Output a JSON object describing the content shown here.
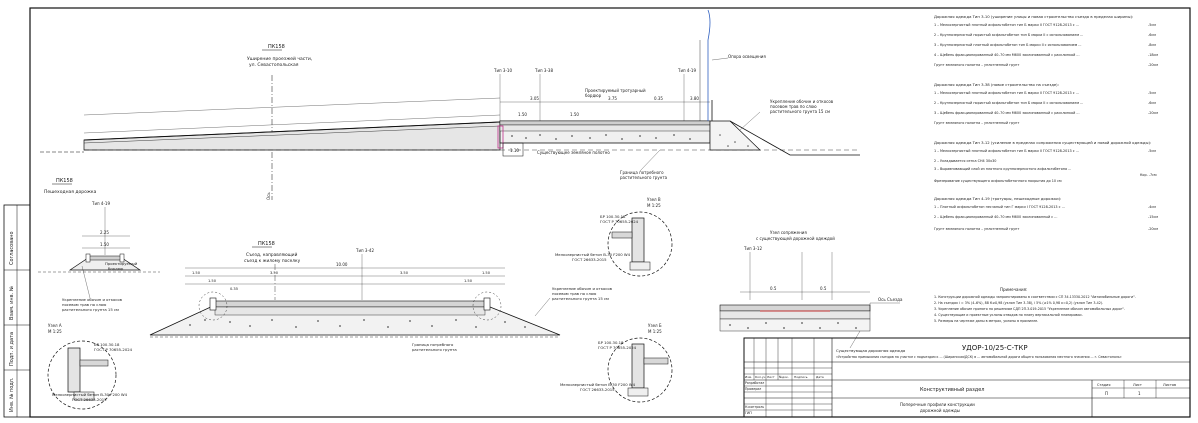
{
  "main_cross_section": {
    "pk_label": "ПК158",
    "street_line1": "Ушиpение проезжей части,",
    "street_line2": "ул. Севастопольская",
    "pillar_label": "Опора освещения",
    "type_labels": [
      "Тип 3-10",
      "Тип 3-38",
      "Тип 4-19"
    ],
    "ground_note_line1": "Проектируемый тротуарный",
    "ground_note_line2": "бордюр",
    "pipe_note_line1": "Укрепление обочин и откосов",
    "pipe_note_line2": "посевом трав по слою",
    "pipe_note_line3": "растительного грунта 15 см",
    "foundation_label": "Существующее земляное полотно",
    "boundary_label_line1": "Граница потребного",
    "boundary_label_line2": "растительного грунта",
    "axis_label": "Ось",
    "dims": [
      "3.05",
      "3.75",
      "0.35",
      "3.80",
      "1.50",
      "1.50",
      "1.10"
    ]
  },
  "pavement_notes": {
    "block1_title": "Дорожная одежда  Тип 3-10 (уширение улицы и новая строительство съезда в пределах ширины):",
    "block1_lines": [
      "1 – Мелкозернистый плотный асфальтобетон тип Б марки II ГОСТ 9128-2013 с ...",
      "2 – Крупнозернистый пористый асфальтобетон тип Б марки II с использованием ...",
      "3 – Крупнозернистый плотный асфальтобетон тип Б марки II с использованием ...",
      "4 – Щебень фракционированный 40–70 мм М600 заклинованный с расклинкой ...",
      "Грунт земляного полотна – уплотненный грунт"
    ],
    "block1_values": [
      "-5см",
      "-6см",
      "-8см",
      "-18см",
      "-20см"
    ],
    "block2_title": "Дорожная одежда  Тип 3-38 (новое строительство на съезде):",
    "block2_lines": [
      "1 – Мелкозернистый плотный асфальтобетон тип Б марки II ГОСТ 9128-2013 с ...",
      "2 – Крупнозернистый пористый асфальтобетон тип Б марки II с использованием ...",
      "3 – Щебень фракционированный 40–70 мм М600 заклинованный с расклинкой ...",
      "Грунт земляного полотна – уплотненный грунт"
    ],
    "block2_values": [
      "-5см",
      "-6см",
      "-20см"
    ],
    "block3_title": "Дорожная одежда  Тип 3-12 (усиление в пределах сопряжения существующей и новой дорожной одежды):",
    "block3_lines": [
      "1 – Мелкозернистый плотный асфальтобетон тип Б марки II ГОСТ 9128-2013 с ...",
      "2 – Укладывается сетка СН4 30х30",
      "3 – Выравнивающий слой из плотного крупнозернистого асфальтобетона ...",
      "Фрезерование существующего асфальтобетонного покрытия до 10 см"
    ],
    "block3_values": [
      "-5см",
      "",
      "Кор. -7см"
    ],
    "block4_title": "Дорожная одежда  Тип 4-19 (тротуары, пешеходные дорожки):",
    "block4_lines": [
      "1 – Плотный асфальтобетон песчаный тип Г марки I ГОСТ 9128-2013 с ...",
      "2 – Щебень фракционированный 40–70 мм М600 заклинованный с ...",
      "Грунт земляного полотна – уплотненный грунт"
    ],
    "block4_values": [
      "-4см",
      "-15см",
      "-20см"
    ]
  },
  "prim": {
    "title": "Примечания:",
    "lines": [
      "1. Конструкции дорожной одежды запроектированы в соответствии с СП 34.13330.2012 \"Автомобильные дороги\".",
      "2. На съездах i = 3% (4–6%), 88 К≥0,98 (уклон Тип 3-38), i 5% (≥1% 0,98 к=0,2) (уклон Тип 3-42).",
      "3. Укрепление обочин принято по решениям СДП 2П.3.019-2015 \"Укрепление обочин автомобильных дорог\".",
      "4. Существующие и проектные уклоны отводов по плану вертикальной планировки.",
      "5. Размеры на чертеже даны в метрах, уклоны в промилле."
    ]
  },
  "left_small": {
    "pk_label": "ПК158",
    "caption": "Пешеходная дорожка",
    "type_label": "Тип 4-19",
    "sub_label_line1": "Проектируемый",
    "sub_label_line2": "бордюр",
    "note_line1": "Укрепление обочин и откосов",
    "note_line2": "посевом трав по слою",
    "note_line3": "растительного грунта 15 см",
    "dims": [
      "2.25",
      "1.50"
    ]
  },
  "center_section": {
    "pk_label": "ПК158",
    "title_line1": "Съезд, направляющий",
    "title_line2": "съезд к жилому поселку",
    "type_label": "Тип 3-42",
    "dims": [
      "10.00",
      "1.50",
      "3.50",
      "3.50",
      "1.50",
      "1.50",
      "1.50",
      "0.35"
    ],
    "note_line1": "Укрепление обочин и откосов",
    "note_line2": "посевом трав по слою",
    "note_line3": "растительного грунта 15 см",
    "note_bottom_line1": "Граница потребного",
    "note_bottom_line2": "растительного грунта"
  },
  "nodes": {
    "node_a": {
      "title": "Узел А",
      "scale": "М 1:25",
      "bk": "БР 100.30.18",
      "gost": "ГОСТ Р 70655-2024",
      "beton_line1": "Мелкозернистый бетон В-30 F200 W4",
      "beton_line2": "ГОСТ 26633-2015"
    },
    "node_b": {
      "title": "Узел Б",
      "scale": "М 1:25",
      "bk": "БР 100.30.18",
      "gost": "ГОСТ Р 70655-2024",
      "beton_line1": "Мелкозернистый бетон В-30 F200 W4",
      "beton_line2": "ГОСТ 26633-2015"
    },
    "node_v": {
      "title": "Узел В",
      "scale": "М 1:25",
      "bk": "БР 100.30.18",
      "gost": "ГОСТ Р 70655-2024",
      "beton_line1": "Мелкозернистый бетон В-30 F200 W4",
      "beton_line2": "ГОСТ 26633-2015"
    }
  },
  "right_section": {
    "type_label": "Тип 3-12",
    "title_line1": "Узел сопряжения",
    "title_line2": "с существующей дорожной одеждой",
    "dims": [
      "0.5",
      "0.5"
    ],
    "right_label": "Ось Съезда",
    "bottom_label": "Существующая дорожная одежда"
  },
  "title_block": {
    "code": "УДОР-10/25-С-ТКР",
    "description": "«Устройство примыкания съездов на участке с подъездом к ... (Ширинская/ДСК) в ... автомобильной дороги общего пользования местного значения ... г. Севастополь»",
    "section_name": "Конструктивный раздел",
    "sheet_title_line1": "Поперечные профили конструкции",
    "sheet_title_line2": "дорожной одежды",
    "headers": [
      "Стадия",
      "Лист",
      "Листов"
    ],
    "stage": "П",
    "sheet": "1",
    "sheets": "",
    "roles": [
      "Разработал",
      "Проверил",
      "",
      "",
      "Н.контроль",
      "ГИП"
    ],
    "row_hdr": [
      "Изм.",
      "Кол.уч",
      "Лист",
      "№док.",
      "Подпись",
      "Дата"
    ]
  },
  "left_frame": {
    "labels": [
      "Согласовано",
      "Взам. инв. №",
      "Подп. и дата",
      "Инв. № подл."
    ]
  }
}
